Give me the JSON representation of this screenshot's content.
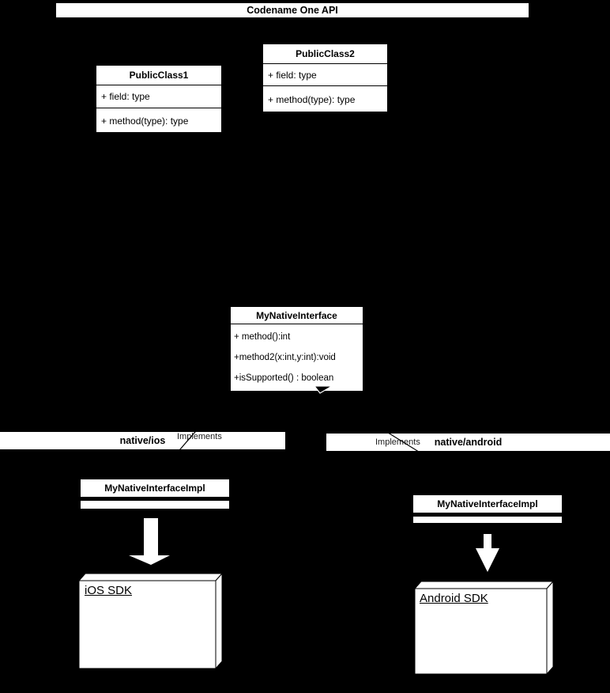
{
  "title_bar": {
    "label": "Codename One API"
  },
  "classes": {
    "public_class1": {
      "name": "PublicClass1",
      "members": [
        "+ field: type",
        "+ method(type): type"
      ]
    },
    "public_class2": {
      "name": "PublicClass2",
      "members": [
        "+ field: type",
        "+ method(type): type"
      ]
    },
    "native_interface": {
      "name": "MyNativeInterface",
      "methods": [
        "+ method():int",
        "+method2(x:int,y:int):void",
        "+isSupported() : boolean"
      ]
    }
  },
  "packages": {
    "ios": {
      "label": "native/ios",
      "connector_label": "Implements"
    },
    "android": {
      "label": "native/android",
      "connector_label": "Implements"
    }
  },
  "implementations": {
    "ios": {
      "name": "MyNativeInterfaceImpl"
    },
    "android": {
      "name": "MyNativeInterfaceImpl"
    }
  },
  "sdk_nodes": {
    "ios": {
      "label": "iOS SDK"
    },
    "android": {
      "label": "Android SDK"
    }
  },
  "colors": {
    "background": "#000000",
    "box_fill": "#ffffff",
    "box_border": "#000000",
    "text": "#000000",
    "arrow_fill": "#ffffff",
    "connector_line": "#000000"
  }
}
